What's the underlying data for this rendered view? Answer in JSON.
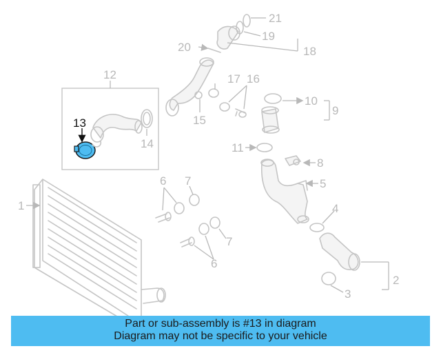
{
  "diagram": {
    "highlighted_part": "13",
    "highlight_color": "#4ebcf1",
    "callouts": {
      "c1": "1",
      "c2": "2",
      "c3": "3",
      "c4": "4",
      "c5": "5",
      "c6a": "6",
      "c6b": "6",
      "c7a": "7",
      "c7b": "7",
      "c8": "8",
      "c9": "9",
      "c10": "10",
      "c11": "11",
      "c12": "12",
      "c13": "13",
      "c14": "14",
      "c15": "15",
      "c16": "16",
      "c17": "17",
      "c18": "18",
      "c19": "19",
      "c20": "20",
      "c21": "21"
    }
  },
  "banner": {
    "line1": "Part or sub-assembly is #13 in diagram",
    "line2": "Diagram may not be specific to your vehicle",
    "background": "#4ebcf1"
  }
}
